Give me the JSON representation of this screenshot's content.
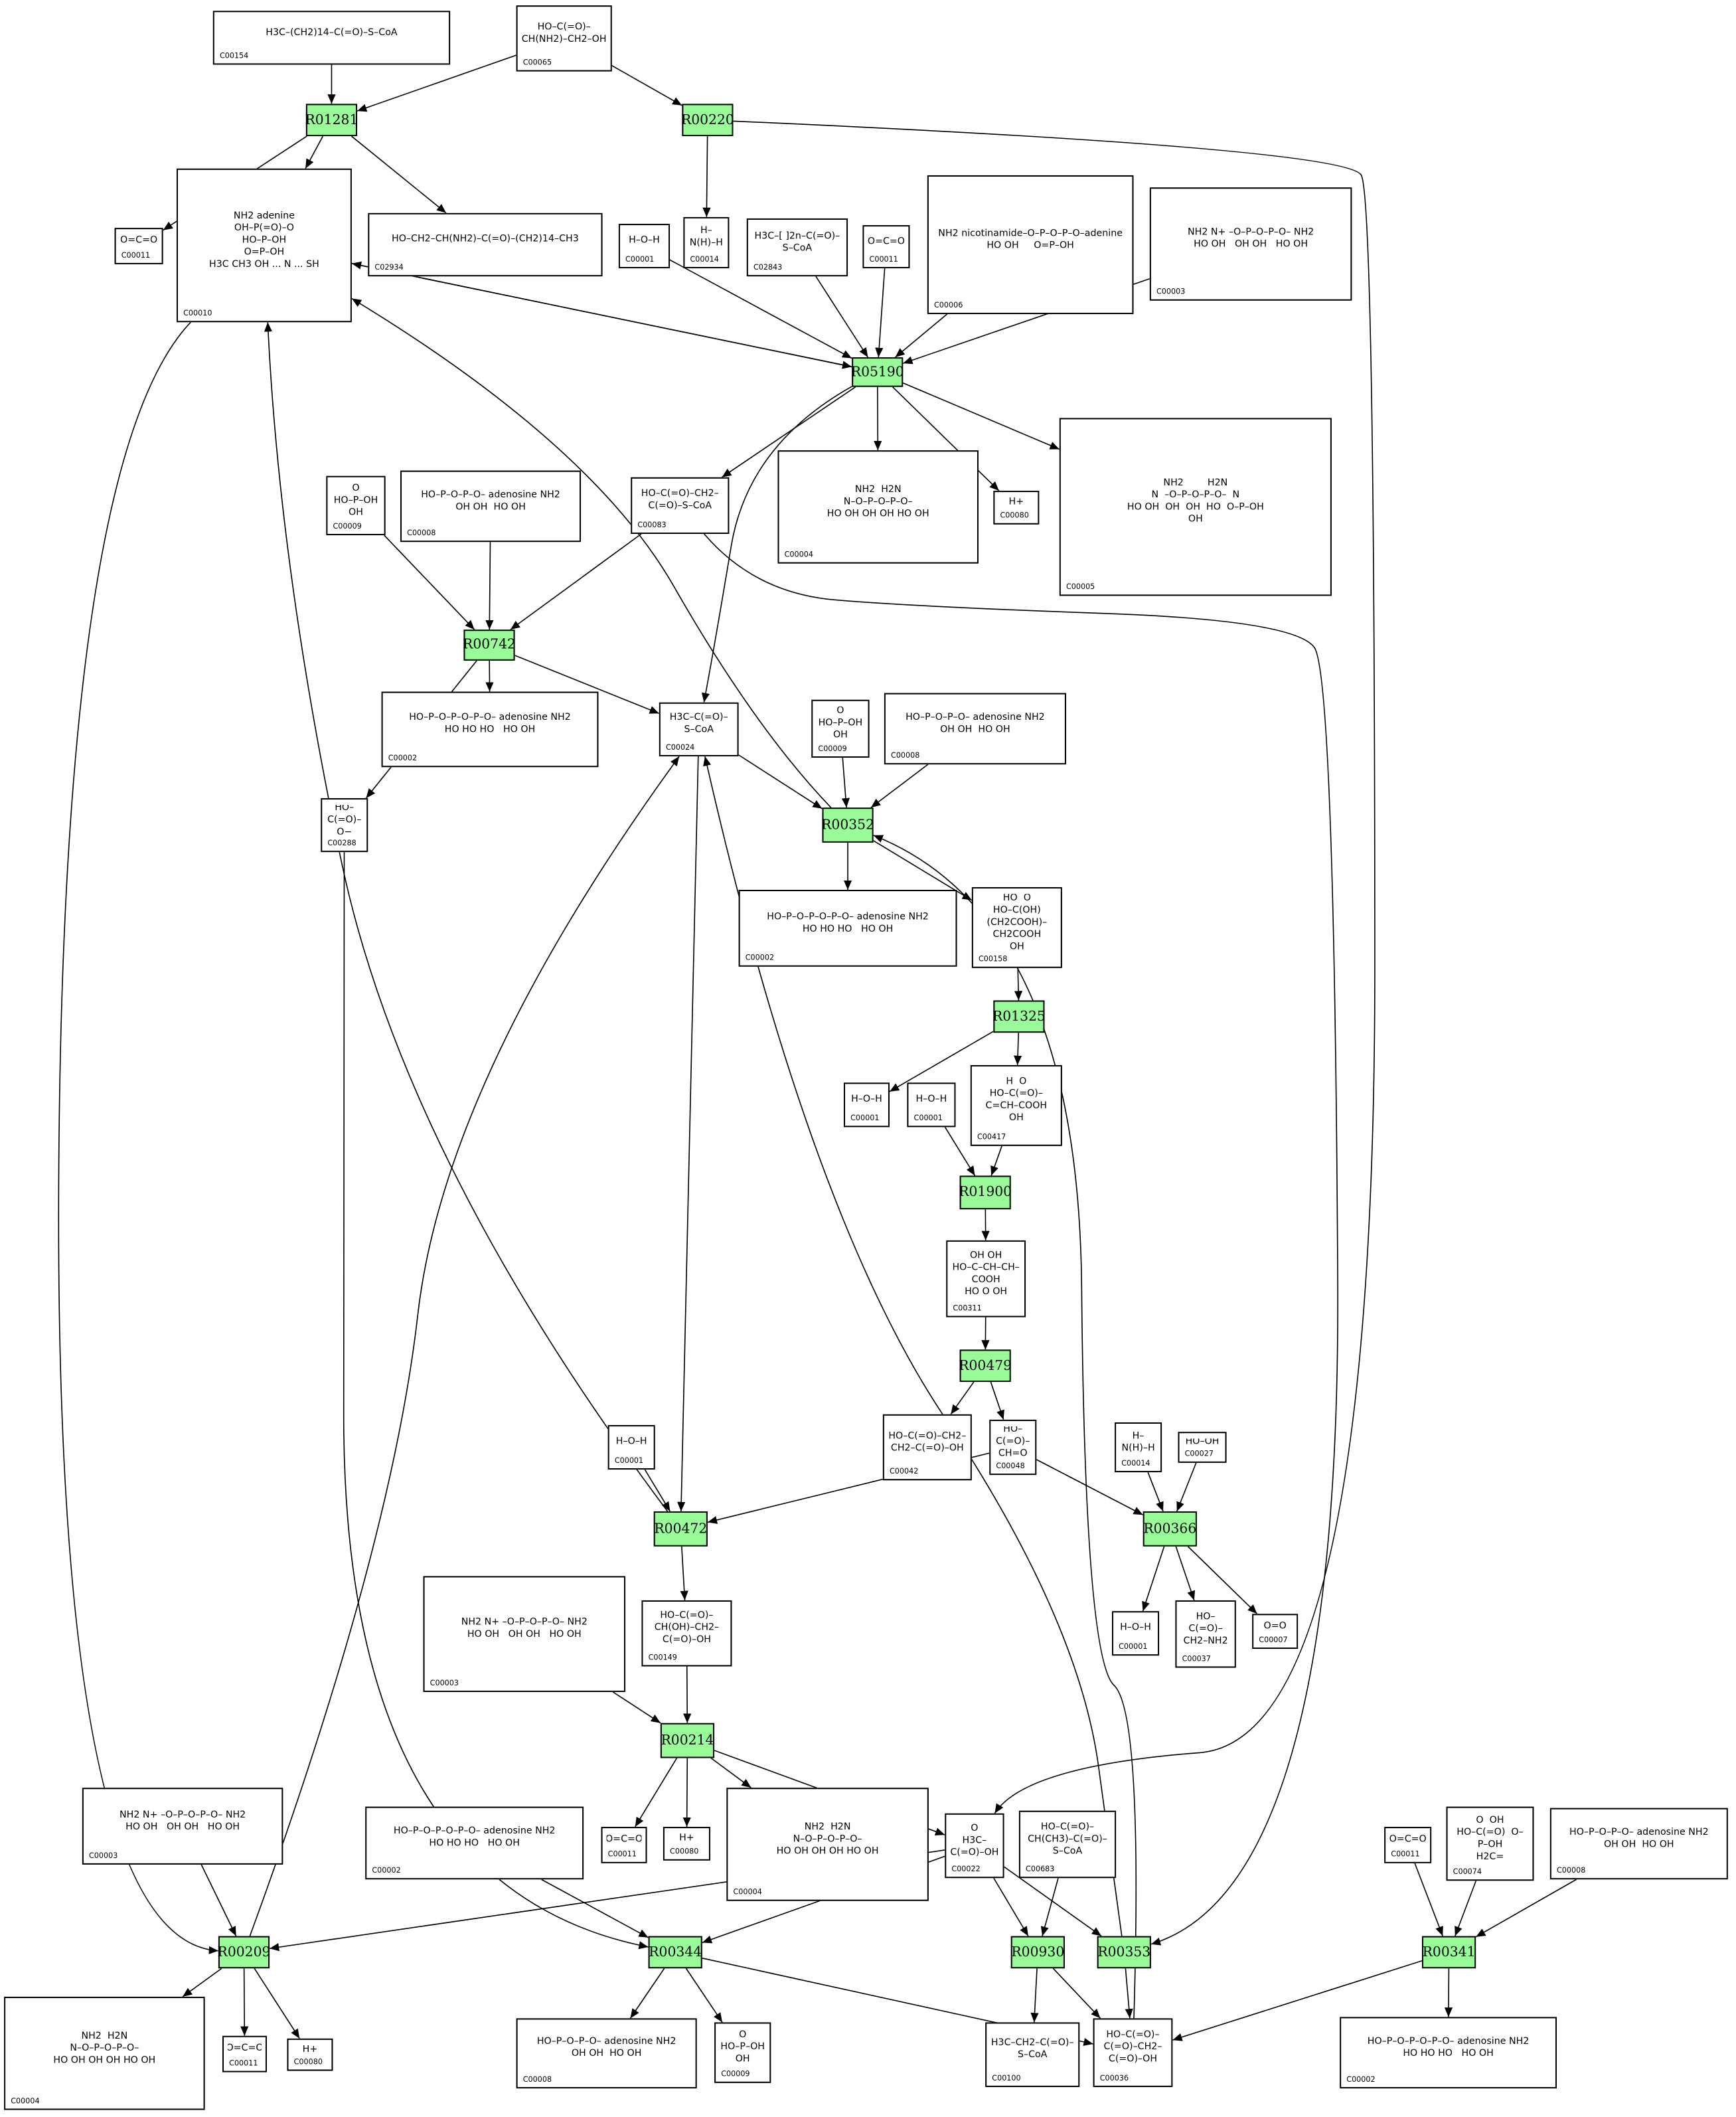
{
  "colors": {
    "reaction_fill": "#98fb98",
    "edge": "#000000",
    "compound_border": "#000000"
  },
  "reactions": {
    "R01281": "R01281",
    "R00220": "R00220",
    "R05190": "R05190",
    "R00742": "R00742",
    "R00352": "R00352",
    "R01325": "R01325",
    "R01900": "R01900",
    "R00479": "R00479",
    "R00472": "R00472",
    "R00366": "R00366",
    "R00214": "R00214",
    "R00209": "R00209",
    "R00344": "R00344",
    "R00930": "R00930",
    "R00353": "R00353",
    "R00341": "R00341"
  },
  "compounds": {
    "c00154": {
      "label": "C00154",
      "structure": "H3C–(CH2)14–C(=O)–S–CoA"
    },
    "c00065": {
      "label": "C00065",
      "structure": "HO–C(=O)–CH(NH2)–CH2–OH"
    },
    "c00011_a": {
      "label": "C00011",
      "structure": "O=C=O"
    },
    "c00010": {
      "label": "C00010",
      "structure": "NH2 adenine\nOH–P(=O)–O\nHO–P–OH\nO=P–OH\nH3C CH3 OH ... N ... SH"
    },
    "c02934": {
      "label": "C02934",
      "structure": "HO–CH2–CH(NH2)–C(=O)–(CH2)14–CH3"
    },
    "c00001_a": {
      "label": "C00001",
      "structure": "H–O–H"
    },
    "c00014_a": {
      "label": "C00014",
      "structure": "H–N(H)–H"
    },
    "c02843": {
      "label": "C02843",
      "structure": "H3C–[ ]2n–C(=O)–S–CoA"
    },
    "c00011_b": {
      "label": "C00011",
      "structure": "O=C=O"
    },
    "c00006": {
      "label": "C00006",
      "structure": "NH2 nicotinamide–O–P–O–P–O–adenine\nHO OH     O=P–OH"
    },
    "c00003_a": {
      "label": "C00003",
      "structure": "NH2 N+ –O–P–O–P–O– NH2\nHO OH   OH OH   HO OH"
    },
    "c00009_a": {
      "label": "C00009",
      "structure": "O\nHO–P–OH\nOH"
    },
    "c00008_a": {
      "label": "C00008",
      "structure": "HO–P–O–P–O– adenosine NH2\nOH OH  HO OH"
    },
    "c00083": {
      "label": "C00083",
      "structure": "HO–C(=O)–CH2–C(=O)–S–CoA"
    },
    "c00004_a": {
      "label": "C00004",
      "structure": "NH2  H2N\nN–O–P–O–P–O–\nHO OH OH OH HO OH"
    },
    "c00080_a": {
      "label": "C00080",
      "structure": "H+"
    },
    "c00005": {
      "label": "C00005",
      "structure": "NH2        H2N\nN  –O–P–O–P–O–  N\nHO OH  OH  OH  HO  O–P–OH\nOH"
    },
    "c00002_a": {
      "label": "C00002",
      "structure": "HO–P–O–P–O–P–O– adenosine NH2\nHO HO HO   HO OH"
    },
    "c00024": {
      "label": "C00024",
      "structure": "H3C–C(=O)–S–CoA"
    },
    "c00009_b": {
      "label": "C00009",
      "structure": "O\nHO–P–OH\nOH"
    },
    "c00008_b": {
      "label": "C00008",
      "structure": "HO–P–O–P–O– adenosine NH2\nOH OH  HO OH"
    },
    "c00288": {
      "label": "C00288",
      "structure": "HO–C(=O)–O−"
    },
    "c00002_b": {
      "label": "C00002",
      "structure": "HO–P–O–P–O–P–O– adenosine NH2\nHO HO HO   HO OH"
    },
    "c00158": {
      "label": "C00158",
      "structure": "HO  O\nHO–C(OH)(CH2COOH)–CH2COOH\nOH"
    },
    "c00001_b": {
      "label": "C00001",
      "structure": "H–O–H"
    },
    "c00001_c": {
      "label": "C00001",
      "structure": "H–O–H"
    },
    "c00417": {
      "label": "C00417",
      "structure": "H  O\nHO–C(=O)–C=CH–COOH\nOH"
    },
    "c00311": {
      "label": "C00311",
      "structure": "OH OH\nHO–C–CH–CH–COOH\nHO O OH"
    },
    "c00042": {
      "label": "C00042",
      "structure": "HO–C(=O)–CH2–CH2–C(=O)–OH"
    },
    "c00048": {
      "label": "C00048",
      "structure": "HO–C(=O)–CH=O"
    },
    "c00001_d": {
      "label": "C00001",
      "structure": "H–O–H"
    },
    "c00014_b": {
      "label": "C00014",
      "structure": "H–N(H)–H"
    },
    "c00027": {
      "label": "C00027",
      "structure": "HO–OH"
    },
    "c00001_e": {
      "label": "C00001",
      "structure": "H–O–H"
    },
    "c00037": {
      "label": "C00037",
      "structure": "HO–C(=O)–CH2–NH2"
    },
    "c00007": {
      "label": "C00007",
      "structure": "O=O"
    },
    "c00003_d": {
      "label": "C00003",
      "structure": "NH2 N+ –O–P–O–P–O– NH2\nHO OH   OH OH   HO OH"
    },
    "c00149": {
      "label": "C00149",
      "structure": "HO–C(=O)–CH(OH)–CH2–C(=O)–OH"
    },
    "c00011_c": {
      "label": "C00011",
      "structure": "O=C=O"
    },
    "c00080_b": {
      "label": "C00080",
      "structure": "H+"
    },
    "c00004_b": {
      "label": "C00004",
      "structure": "NH2  H2N\nN–O–P–O–P–O–\nHO OH OH OH HO OH"
    },
    "c00022": {
      "label": "C00022",
      "structure": "O\nH3C–C(=O)–OH"
    },
    "c00683": {
      "label": "C00683",
      "structure": "HO–C(=O)–CH(CH3)–C(=O)–S–CoA"
    },
    "c00003_e": {
      "label": "C00003",
      "structure": "NH2 N+ –O–P–O–P–O– NH2\nHO OH   OH OH   HO OH"
    },
    "c00002_c": {
      "label": "C00002",
      "structure": "HO–P–O–P–O–P–O– adenosine NH2\nHO HO HO   HO OH"
    },
    "c00011_d": {
      "label": "C00011",
      "structure": "O=C=O"
    },
    "c00074": {
      "label": "C00074",
      "structure": "O  OH\nHO–C(=O)  O–P–OH\nH2C="
    },
    "c00008_f": {
      "label": "C00008",
      "structure": "HO–P–O–P–O– adenosine NH2\nOH OH  HO OH"
    },
    "c00004_c": {
      "label": "C00004",
      "structure": "NH2  H2N\nN–O–P–O–P–O–\nHO OH OH OH HO OH"
    },
    "c00011_e": {
      "label": "C00011",
      "structure": "O=C=O"
    },
    "c00080_c": {
      "label": "C00080",
      "structure": "H+"
    },
    "c00008_c": {
      "label": "C00008",
      "structure": "HO–P–O–P–O– adenosine NH2\nOH OH  HO OH"
    },
    "c00009_c": {
      "label": "C00009",
      "structure": "O\nHO–P–OH\nOH"
    },
    "c00100": {
      "label": "C00100",
      "structure": "H3C–CH2–C(=O)–S–CoA"
    },
    "c00036": {
      "label": "C00036",
      "structure": "HO–C(=O)–C(=O)–CH2–C(=O)–OH"
    },
    "c00002_d": {
      "label": "C00002",
      "structure": "HO–P–O–P–O–P–O– adenosine NH2\nHO HO HO   HO OH"
    }
  },
  "edges": [
    [
      "c00154",
      "R01281"
    ],
    [
      "c00065",
      "R01281"
    ],
    [
      "R01281",
      "c00011_a"
    ],
    [
      "R01281",
      "c00010"
    ],
    [
      "R01281",
      "c02934"
    ],
    [
      "c00065",
      "R00220"
    ],
    [
      "R00220",
      "c00014_a"
    ],
    [
      "R00220",
      "c00022"
    ],
    [
      "c00001_a",
      "R05190"
    ],
    [
      "c02843",
      "R05190"
    ],
    [
      "c00011_b",
      "R05190"
    ],
    [
      "c00006",
      "R05190"
    ],
    [
      "c00003_a",
      "R05190"
    ],
    [
      "c00010",
      "R05190"
    ],
    [
      "R05190",
      "c00010"
    ],
    [
      "R05190",
      "c00083"
    ],
    [
      "R05190",
      "c00004_a"
    ],
    [
      "R05190",
      "c00080_a"
    ],
    [
      "R05190",
      "c00005"
    ],
    [
      "R05190",
      "c00024"
    ],
    [
      "c00009_a",
      "R00742"
    ],
    [
      "c00008_a",
      "R00742"
    ],
    [
      "c00083",
      "R00742"
    ],
    [
      "R00742",
      "c00002_a"
    ],
    [
      "R00742",
      "c00024"
    ],
    [
      "R00742",
      "c00288"
    ],
    [
      "c00024",
      "R00352"
    ],
    [
      "c00009_b",
      "R00352"
    ],
    [
      "c00008_b",
      "R00352"
    ],
    [
      "c00036",
      "R00352"
    ],
    [
      "R00352",
      "c00010"
    ],
    [
      "R00352",
      "c00002_b"
    ],
    [
      "R00352",
      "c00158"
    ],
    [
      "c00158",
      "R01325"
    ],
    [
      "R01325",
      "c00001_b"
    ],
    [
      "R01325",
      "c00417"
    ],
    [
      "c00001_c",
      "R01900"
    ],
    [
      "c00417",
      "R01900"
    ],
    [
      "R01900",
      "c00311"
    ],
    [
      "c00311",
      "R00479"
    ],
    [
      "R00479",
      "c00042"
    ],
    [
      "R00479",
      "c00048"
    ],
    [
      "c00001_d",
      "R00472"
    ],
    [
      "c00048",
      "R00472"
    ],
    [
      "c00024",
      "R00472"
    ],
    [
      "R00472",
      "c00149"
    ],
    [
      "R00472",
      "c00010"
    ],
    [
      "c00048",
      "R00366"
    ],
    [
      "c00014_b",
      "R00366"
    ],
    [
      "c00027",
      "R00366"
    ],
    [
      "R00366",
      "c00001_e"
    ],
    [
      "R00366",
      "c00037"
    ],
    [
      "R00366",
      "c00007"
    ],
    [
      "c00003_d",
      "R00214"
    ],
    [
      "c00149",
      "R00214"
    ],
    [
      "R00214",
      "c00011_c"
    ],
    [
      "R00214",
      "c00080_b"
    ],
    [
      "R00214",
      "c00004_b"
    ],
    [
      "R00214",
      "c00022"
    ],
    [
      "c00003_e",
      "R00209"
    ],
    [
      "c00010",
      "R00209"
    ],
    [
      "c00022",
      "R00209"
    ],
    [
      "R00209",
      "c00004_c"
    ],
    [
      "R00209",
      "c00011_e"
    ],
    [
      "R00209",
      "c00080_c"
    ],
    [
      "R00209",
      "c00024"
    ],
    [
      "c00002_c",
      "R00344"
    ],
    [
      "c00022",
      "R00344"
    ],
    [
      "c00288",
      "R00344"
    ],
    [
      "R00344",
      "c00008_c"
    ],
    [
      "R00344",
      "c00009_c"
    ],
    [
      "R00344",
      "c00036"
    ],
    [
      "c00022",
      "R00930"
    ],
    [
      "c00683",
      "R00930"
    ],
    [
      "R00930",
      "c00100"
    ],
    [
      "R00930",
      "c00036"
    ],
    [
      "c00022",
      "R00353"
    ],
    [
      "c00083",
      "R00353"
    ],
    [
      "R00353",
      "c00036"
    ],
    [
      "R00353",
      "c00024"
    ],
    [
      "c00011_d",
      "R00341"
    ],
    [
      "c00074",
      "R00341"
    ],
    [
      "c00008_f",
      "R00341"
    ],
    [
      "R00341",
      "c00002_d"
    ],
    [
      "R00341",
      "c00036"
    ]
  ]
}
